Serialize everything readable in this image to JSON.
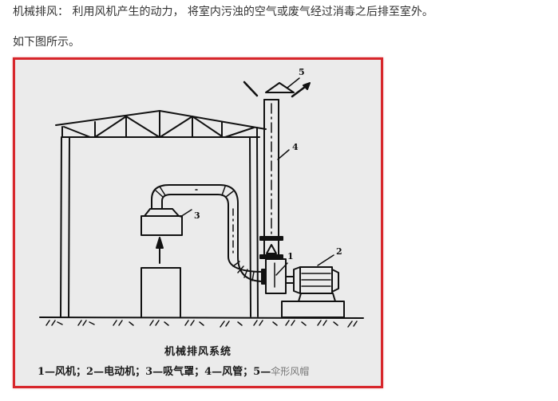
{
  "paragraphs": {
    "intro": "机械排风： 利用风机产生的动力， 将室内污浊的空气或废气经过消毒之后排至室外。",
    "lead": "如下图所示。"
  },
  "figure": {
    "border_color": "#d7262b",
    "background": "#ebebeb",
    "title": "机械排风系统",
    "legend_bold": "1—风机；2—电动机；3—吸气罩；4—风管；5—",
    "legend_light": "伞形风帽",
    "callouts": {
      "fan": "1",
      "motor": "2",
      "hood": "3",
      "duct": "4",
      "cap": "5"
    },
    "legend_items": [
      {
        "num": "1",
        "label": "风机"
      },
      {
        "num": "2",
        "label": "电动机"
      },
      {
        "num": "3",
        "label": "吸气罩"
      },
      {
        "num": "4",
        "label": "风管"
      },
      {
        "num": "5",
        "label": "伞形风帽"
      }
    ]
  }
}
